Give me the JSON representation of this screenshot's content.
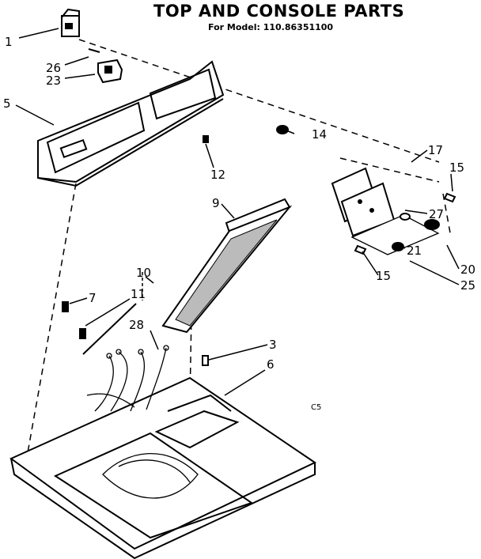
{
  "header": {
    "title": "TOP AND CONSOLE PARTS",
    "subtitle": "For Model: 110.86351100"
  },
  "diagram_code": "C5",
  "callouts": [
    "1",
    "26",
    "23",
    "5",
    "14",
    "12",
    "17",
    "15",
    "9",
    "27",
    "21",
    "20",
    "25",
    "15",
    "10",
    "7",
    "11",
    "28",
    "3",
    "6"
  ],
  "icons": [
    "switch",
    "mounting-bracket",
    "console-panel",
    "control-plate",
    "plug",
    "filter-panel",
    "top-panel",
    "wire-harness",
    "screw"
  ]
}
